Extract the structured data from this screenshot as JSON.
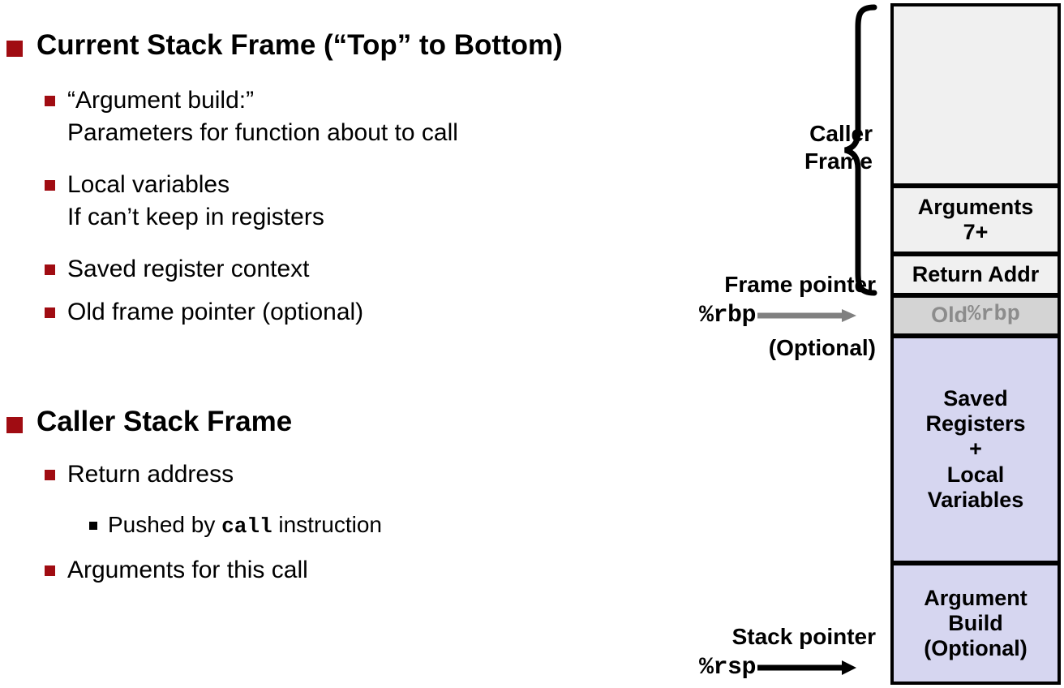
{
  "slide": {
    "title": "Current Stack Frame (“Top” to Bottom)",
    "colors": {
      "bullet_red": "#a00c12",
      "box_gray": "#f0f0f0",
      "box_old_rbp_gray": "#d4d4d4",
      "box_lavender": "#d6d6f0",
      "rbp_arrow_gray": "#808080",
      "rsp_arrow_black": "#000000"
    }
  },
  "sections": [
    {
      "heading": "Current Stack Frame (“Top” to Bottom)",
      "items": [
        {
          "text": "“Argument build:”\nParameters for function about to call"
        },
        {
          "text": "Local variables\nIf can’t keep in registers"
        },
        {
          "text": "Saved register context"
        },
        {
          "text": "Old frame pointer (optional)"
        }
      ]
    },
    {
      "heading": "Caller Stack Frame",
      "items": [
        {
          "text": "Return address"
        },
        {
          "text": "Arguments for this call"
        }
      ],
      "subitems": [
        {
          "text_before": "Pushed by ",
          "code": "call",
          "text_after": " instruction"
        }
      ]
    }
  ],
  "diagram": {
    "brace_label": "Caller\nFrame",
    "boxes": [
      {
        "label": "",
        "style": "gray-empty"
      },
      {
        "label": "Arguments\n7+",
        "style": "gray-light"
      },
      {
        "label": "Return Addr",
        "style": "gray-light"
      },
      {
        "label_prefix": "Old ",
        "label_code": "%rbp",
        "style": "oldrbp"
      },
      {
        "label": "Saved\nRegisters\n+\nLocal\nVariables",
        "style": "lav"
      },
      {
        "label": "Argument\nBuild\n(Optional)",
        "style": "lav"
      }
    ],
    "pointers": [
      {
        "name": "frame-pointer",
        "label": "Frame pointer",
        "register": "%rbp",
        "note": "(Optional)",
        "arrow_color": "#808080"
      },
      {
        "name": "stack-pointer",
        "label": "Stack pointer",
        "register": "%rsp",
        "note": "",
        "arrow_color": "#000000"
      }
    ]
  }
}
